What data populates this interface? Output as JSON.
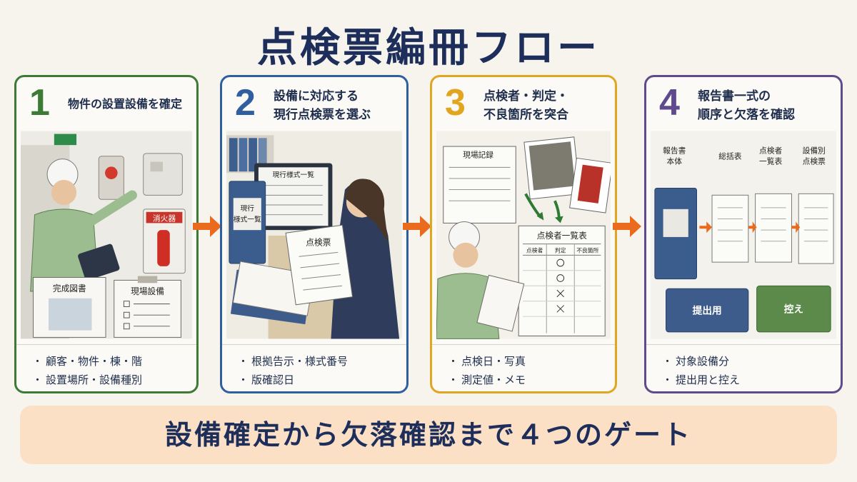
{
  "title": "点検票編冊フロー",
  "colors": {
    "step1": "#3c7a36",
    "step2": "#2f5f9e",
    "step3": "#e2a51f",
    "step4": "#5e4a8c",
    "arrow": "#ea6b1e"
  },
  "steps": [
    {
      "number": "1",
      "heading": "物件の設置設備を確定",
      "heading_line2": "",
      "bullets": [
        "顧客・物件・棟・階",
        "設置場所・設備種別"
      ],
      "labels": {
        "exit_sign": "",
        "extinguisher_box": "消火器",
        "drawing_book": "完成図書",
        "clipboard": "現場設備"
      }
    },
    {
      "number": "2",
      "heading": "設備に対応する",
      "heading_line2": "現行点検票を選ぶ",
      "bullets": [
        "根拠告示・様式番号",
        "版確認日"
      ],
      "labels": {
        "binder": "現行\n様式一覧",
        "screen": "現行様式一覧",
        "sheet": "点検票"
      }
    },
    {
      "number": "3",
      "heading": "点検者・判定・",
      "heading_line2": "不良箇所を突合",
      "bullets": [
        "点検日・写真",
        "測定値・メモ"
      ],
      "labels": {
        "field_record": "現場記録",
        "inspector_list": "点検者一覧表",
        "col_inspector": "点検者",
        "col_judgement": "判定",
        "col_defect": "不良箇所"
      }
    },
    {
      "number": "4",
      "heading": "報告書一式の",
      "heading_line2": "順序と欠落を確認",
      "bullets": [
        "対象設備分",
        "提出用と控え"
      ],
      "labels": {
        "doc1": "報告書\n本体",
        "doc2": "総括表",
        "doc3": "点検者\n一覧表",
        "doc4": "設備別\n点検票",
        "submit": "提出用",
        "copy": "控え"
      }
    }
  ],
  "banner": "設備確定から欠落確認まで４つのゲート"
}
